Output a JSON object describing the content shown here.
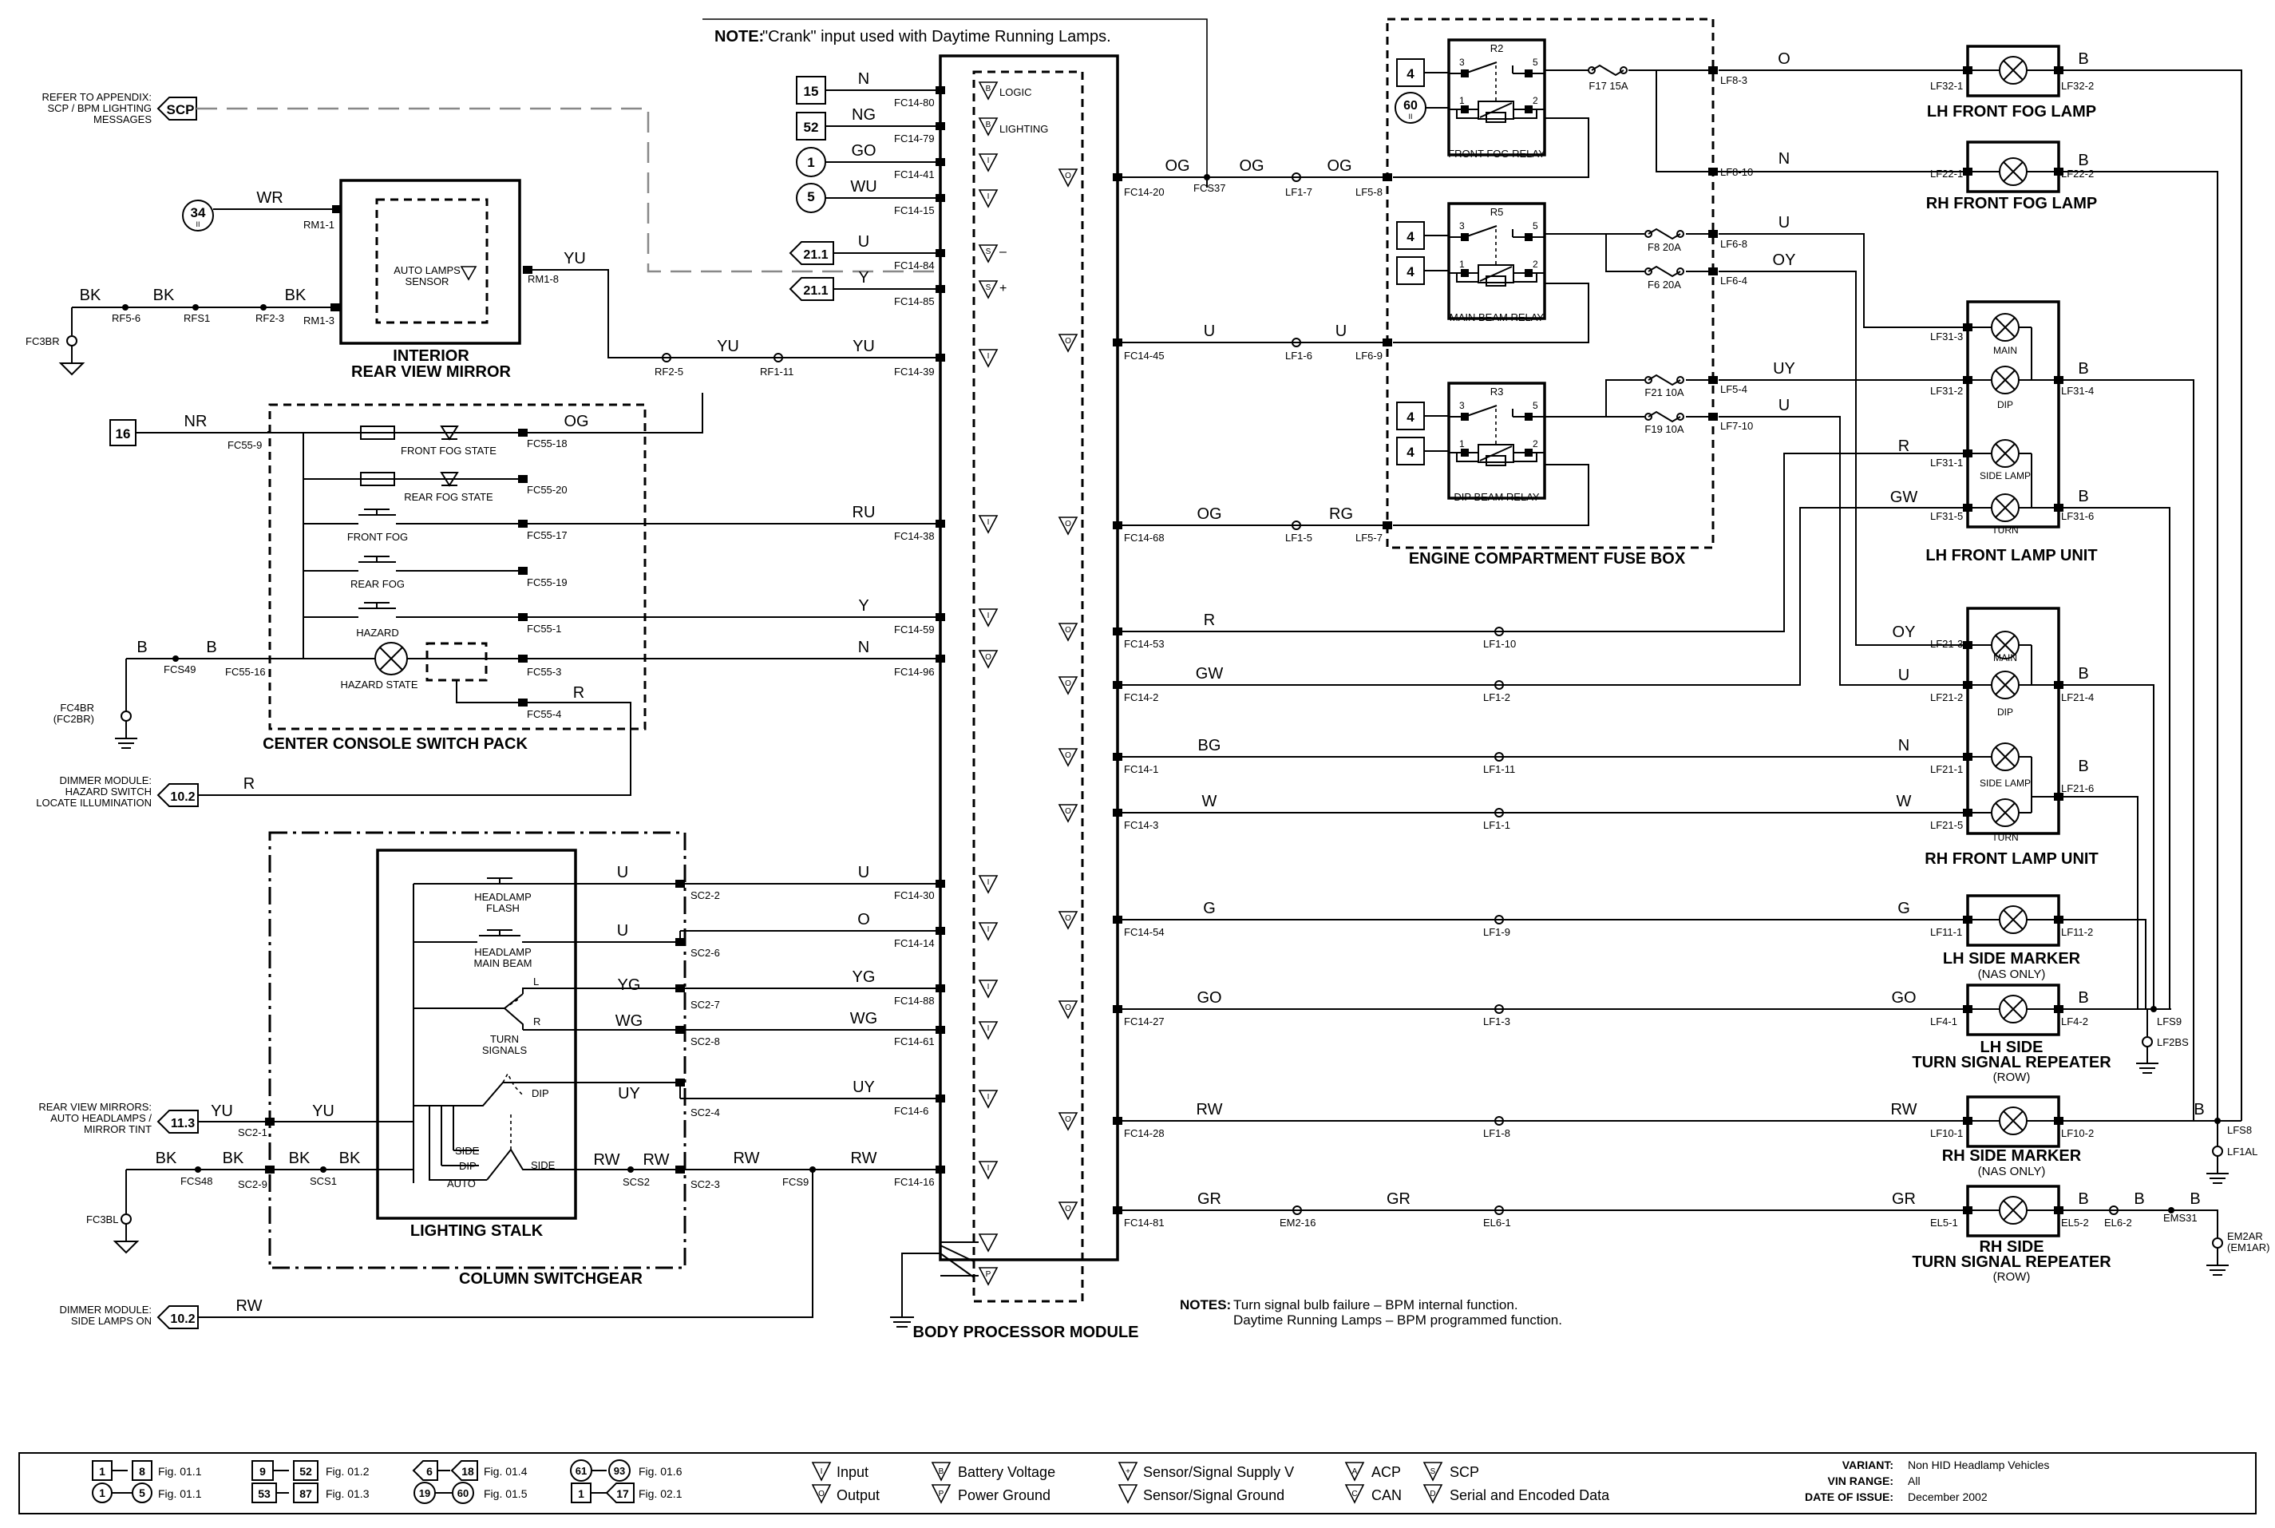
{
  "notes": {
    "top_note_label": "NOTE:",
    "top_note_text": "\"Crank\" input used with Daytime Running Lamps.",
    "bottom_notes_label": "NOTES:",
    "bottom_notes_1": "Turn signal bulb failure – BPM internal function.",
    "bottom_notes_2": "Daytime Running Lamps – BPM programmed function."
  },
  "left_refs": {
    "scp_1": "REFER TO APPENDIX:",
    "scp_2": "SCP / BPM LIGHTING",
    "scp_3": "MESSAGES",
    "scp_tag": "SCP",
    "dimmer_hazard_1": "DIMMER MODULE:",
    "dimmer_hazard_2": "HAZARD SWITCH",
    "dimmer_hazard_3": "LOCATE ILLUMINATION",
    "dimmer_hazard_tag": "10.2",
    "mirror_1": "REAR VIEW MIRRORS:",
    "mirror_2": "AUTO HEADLAMPS /",
    "mirror_3": "MIRROR TINT",
    "mirror_tag": "11.3",
    "dimmer_side_1": "DIMMER MODULE:",
    "dimmer_side_2": "SIDE LAMPS ON",
    "dimmer_side_tag": "10.2"
  },
  "components": {
    "mirror_1": "INTERIOR",
    "mirror_2": "REAR VIEW MIRROR",
    "auto_sensor_1": "AUTO LAMPS",
    "auto_sensor_2": "SENSOR",
    "console": "CENTER CONSOLE SWITCH PACK",
    "front_fog_state": "FRONT FOG STATE",
    "rear_fog_state": "REAR FOG STATE",
    "front_fog": "FRONT FOG",
    "rear_fog": "REAR FOG",
    "hazard": "HAZARD",
    "hazard_state": "HAZARD STATE",
    "stalk": "LIGHTING STALK",
    "switchgear": "COLUMN SWITCHGEAR",
    "flash_1": "HEADLAMP",
    "flash_2": "FLASH",
    "main_1": "HEADLAMP",
    "main_2": "MAIN BEAM",
    "turn_1": "TURN",
    "turn_2": "SIGNALS",
    "turn_l": "L",
    "turn_r": "R",
    "dip": "DIP",
    "side_a": "SIDE",
    "side_b": "SIDE",
    "dip_b": "DIP",
    "auto": "AUTO",
    "bpm": "BODY PROCESSOR MODULE",
    "logic": "LOGIC",
    "lighting": "LIGHTING",
    "fuse_box": "ENGINE COMPARTMENT FUSE BOX",
    "r2": "R2",
    "r5": "R5",
    "r3": "R3",
    "fog_relay": "FRONT FOG RELAY",
    "main_relay": "MAIN BEAM RELAY",
    "dip_relay": "DIP BEAM RELAY",
    "lh_fog": "LH FRONT FOG LAMP",
    "rh_fog": "RH FRONT FOG LAMP",
    "lh_unit": "LH FRONT LAMP UNIT",
    "rh_unit": "RH FRONT LAMP UNIT",
    "u_main": "MAIN",
    "u_dip": "DIP",
    "u_side": "SIDE LAMP",
    "u_turn": "TURN",
    "lh_marker_1": "LH SIDE MARKER",
    "lh_marker_2": "(NAS ONLY)",
    "lh_rep_1": "LH SIDE",
    "lh_rep_2": "TURN SIGNAL REPEATER",
    "lh_rep_3": "(ROW)",
    "rh_marker_1": "RH SIDE MARKER",
    "rh_marker_2": "(NAS ONLY)",
    "rh_rep_1": "RH SIDE",
    "rh_rep_2": "TURN SIGNAL REPEATER",
    "rh_rep_3": "(ROW)"
  },
  "fuses": {
    "f17": "F17 15A",
    "f8": "F8 20A",
    "f6": "F6 20A",
    "f21": "F21 10A",
    "f19": "F19 10A"
  },
  "bpm_inputs": [
    {
      "tag": "15",
      "wire": "N",
      "pin": "FC14-80",
      "sym": "B"
    },
    {
      "tag": "52",
      "wire": "NG",
      "pin": "FC14-79",
      "sym": "B"
    },
    {
      "tag": "1",
      "wire": "GO",
      "pin": "FC14-41",
      "sym": "I"
    },
    {
      "tag": "5",
      "wire": "WU",
      "pin": "FC14-15",
      "sym": "I"
    },
    {
      "tag": "21.1",
      "wire": "U",
      "pin": "FC14-84",
      "sym": "S"
    },
    {
      "tag": "21.1",
      "wire": "Y",
      "pin": "FC14-85",
      "sym": "S"
    }
  ],
  "tags": {
    "t34": "34",
    "t16": "16",
    "t4a": "4",
    "t60": "60",
    "t4b": "4",
    "t4c": "4",
    "t4d": "4",
    "t4e": "4"
  },
  "pins": {
    "rm1_1": "RM1-1",
    "rm1_3": "RM1-3",
    "rm1_8": "RM1-8",
    "rf5_6": "RF5-6",
    "rfs1": "RFS1",
    "rf2_3": "RF2-3",
    "rf2_5": "RF2-5",
    "rf1_11": "RF1-11",
    "fc14_39": "FC14-39",
    "fc3br": "FC3BR",
    "fc55_9": "FC55-9",
    "fc55_18": "FC55-18",
    "fc55_20": "FC55-20",
    "fc55_17": "FC55-17",
    "fc55_19": "FC55-19",
    "fc55_1": "FC55-1",
    "fc55_3": "FC55-3",
    "fc55_4": "FC55-4",
    "fc55_16": "FC55-16",
    "fc14_38": "FC14-38",
    "fc14_59": "FC14-59",
    "fc14_96": "FC14-96",
    "fcs49": "FCS49",
    "fc4br_1": "FC4BR",
    "fc4br_2": "(FC2BR)",
    "sc2_2": "SC2-2",
    "sc2_6": "SC2-6",
    "sc2_7": "SC2-7",
    "sc2_8": "SC2-8",
    "sc2_4": "SC2-4",
    "sc2_3": "SC2-3",
    "sc2_1": "SC2-1",
    "sc2_9": "SC2-9",
    "scs1": "SCS1",
    "scs2": "SCS2",
    "fcs48": "FCS48",
    "fc3bl": "FC3BL",
    "fcs9": "FCS9",
    "fc14_30": "FC14-30",
    "fc14_14": "FC14-14",
    "fc14_88": "FC14-88",
    "fc14_61": "FC14-61",
    "fc14_6": "FC14-6",
    "fc14_16": "FC14-16",
    "fc14_20": "FC14-20",
    "fcs37": "FCS37",
    "lf1_7": "LF1-7",
    "lf5_8": "LF5-8",
    "fc14_45": "FC14-45",
    "lf1_6": "LF1-6",
    "lf6_9": "LF6-9",
    "fc14_68": "FC14-68",
    "lf1_5": "LF1-5",
    "lf5_7": "LF5-7",
    "fc14_53": "FC14-53",
    "lf1_10": "LF1-10",
    "fc14_2": "FC14-2",
    "lf1_2": "LF1-2",
    "fc14_1": "FC14-1",
    "lf1_11": "LF1-11",
    "fc14_3": "FC14-3",
    "lf1_1": "LF1-1",
    "fc14_54": "FC14-54",
    "lf1_9": "LF1-9",
    "fc14_27": "FC14-27",
    "lf1_3": "LF1-3",
    "fc14_28": "FC14-28",
    "lf1_8": "LF1-8",
    "fc14_81": "FC14-81",
    "em2_16": "EM2-16",
    "el6_1": "EL6-1",
    "lf8_3": "LF8-3",
    "lf8_10": "LF8-10",
    "lf6_8": "LF6-8",
    "lf6_4": "LF6-4",
    "lf5_4": "LF5-4",
    "lf7_10": "LF7-10",
    "lf32_1": "LF32-1",
    "lf32_2": "LF32-2",
    "lf22_1": "LF22-1",
    "lf22_2": "LF22-2",
    "lf31_3": "LF31-3",
    "lf31_2": "LF31-2",
    "lf31_1": "LF31-1",
    "lf31_5": "LF31-5",
    "lf31_4": "LF31-4",
    "lf31_6": "LF31-6",
    "lf21_3": "LF21-3",
    "lf21_2": "LF21-2",
    "lf21_1": "LF21-1",
    "lf21_5": "LF21-5",
    "lf21_4": "LF21-4",
    "lf21_6": "LF21-6",
    "lf11_1": "LF11-1",
    "lf11_2": "LF11-2",
    "lf4_1": "LF4-1",
    "lf4_2": "LF4-2",
    "lf10_1": "LF10-1",
    "lf10_2": "LF10-2",
    "el5_1": "EL5-1",
    "el5_2": "EL5-2",
    "el6_2": "EL6-2",
    "lfs9": "LFS9",
    "lf2bs": "LF2BS",
    "lfs8": "LFS8",
    "lf1al": "LF1AL",
    "ems31": "EMS31",
    "em2ar_1": "EM2AR",
    "em2ar_2": "(EM1AR)"
  },
  "wires": {
    "wr": "WR",
    "bk": "BK",
    "yu": "YU",
    "nr": "NR",
    "og": "OG",
    "ru": "RU",
    "y": "Y",
    "n": "N",
    "b": "B",
    "r": "R",
    "u": "U",
    "o": "O",
    "yg": "YG",
    "wg": "WG",
    "uy": "UY",
    "rw": "RW",
    "oy": "OY",
    "rg": "RG",
    "gw": "GW",
    "bg": "BG",
    "w": "W",
    "g": "G",
    "go": "GO",
    "gr": "GR"
  },
  "legend": {
    "f1": "Fig. 01.1",
    "f2": "Fig. 01.1",
    "f3": "Fig. 01.2",
    "f4": "Fig. 01.3",
    "f5": "Fig. 01.4",
    "f6": "Fig. 01.5",
    "f7": "Fig. 01.6",
    "f8": "Fig. 02.1",
    "a1": "1",
    "a2": "8",
    "b1": "1",
    "b2": "5",
    "c1": "9",
    "c2": "52",
    "d1": "53",
    "d2": "87",
    "e1": "6",
    "e2": "18",
    "g1": "19",
    "g2": "60",
    "h1": "61",
    "h2": "93",
    "k1": "1",
    "k2": "17",
    "input": "Input",
    "output": "Output",
    "batt": "Battery Voltage",
    "pgnd": "Power Ground",
    "ssv": "Sensor/Signal Supply V",
    "ssg": "Sensor/Signal Ground",
    "acp": "ACP",
    "can": "CAN",
    "scp": "SCP",
    "serial": "Serial and Encoded Data",
    "variant_k": "VARIANT:",
    "variant_v": "Non HID Headlamp Vehicles",
    "vin_k": "VIN RANGE:",
    "vin_v": "All",
    "date_k": "DATE OF ISSUE:",
    "date_v": "December 2002"
  }
}
